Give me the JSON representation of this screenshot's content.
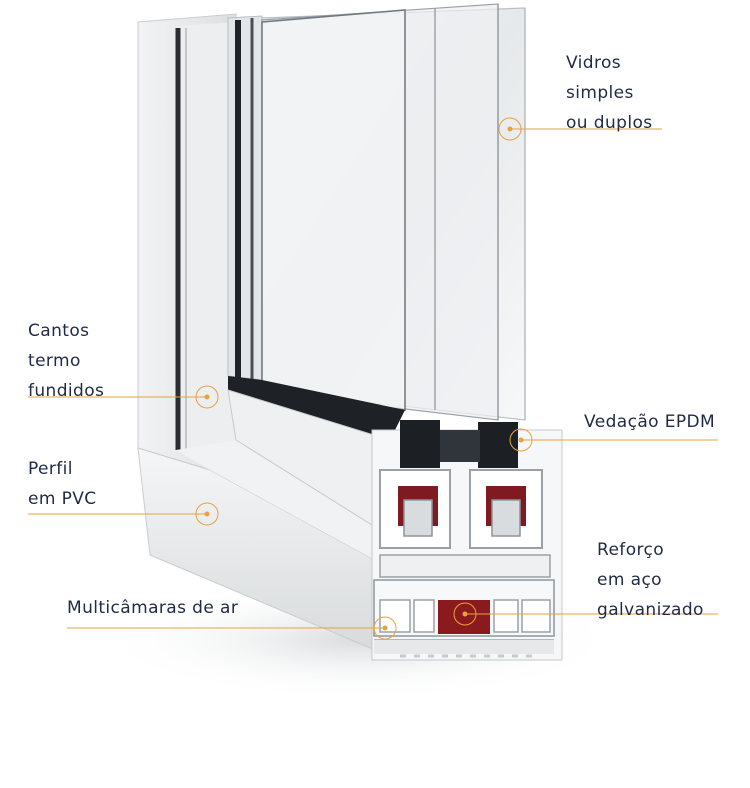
{
  "labels": {
    "vidros": [
      "Vidros",
      "simples",
      "ou duplos"
    ],
    "cantos": [
      "Cantos",
      "termo",
      "fundidos"
    ],
    "perfil": [
      "Perfil",
      "em PVC"
    ],
    "vedacao": [
      "Vedação EPDM"
    ],
    "reforco": [
      "Reforço",
      "em aço",
      "galvanizado"
    ],
    "multicamaras": [
      "Multicâmaras de ar"
    ]
  },
  "colors": {
    "accent": "#e9a23b",
    "text": "#1f2a44",
    "reinforcement": "#8b1a1f"
  }
}
